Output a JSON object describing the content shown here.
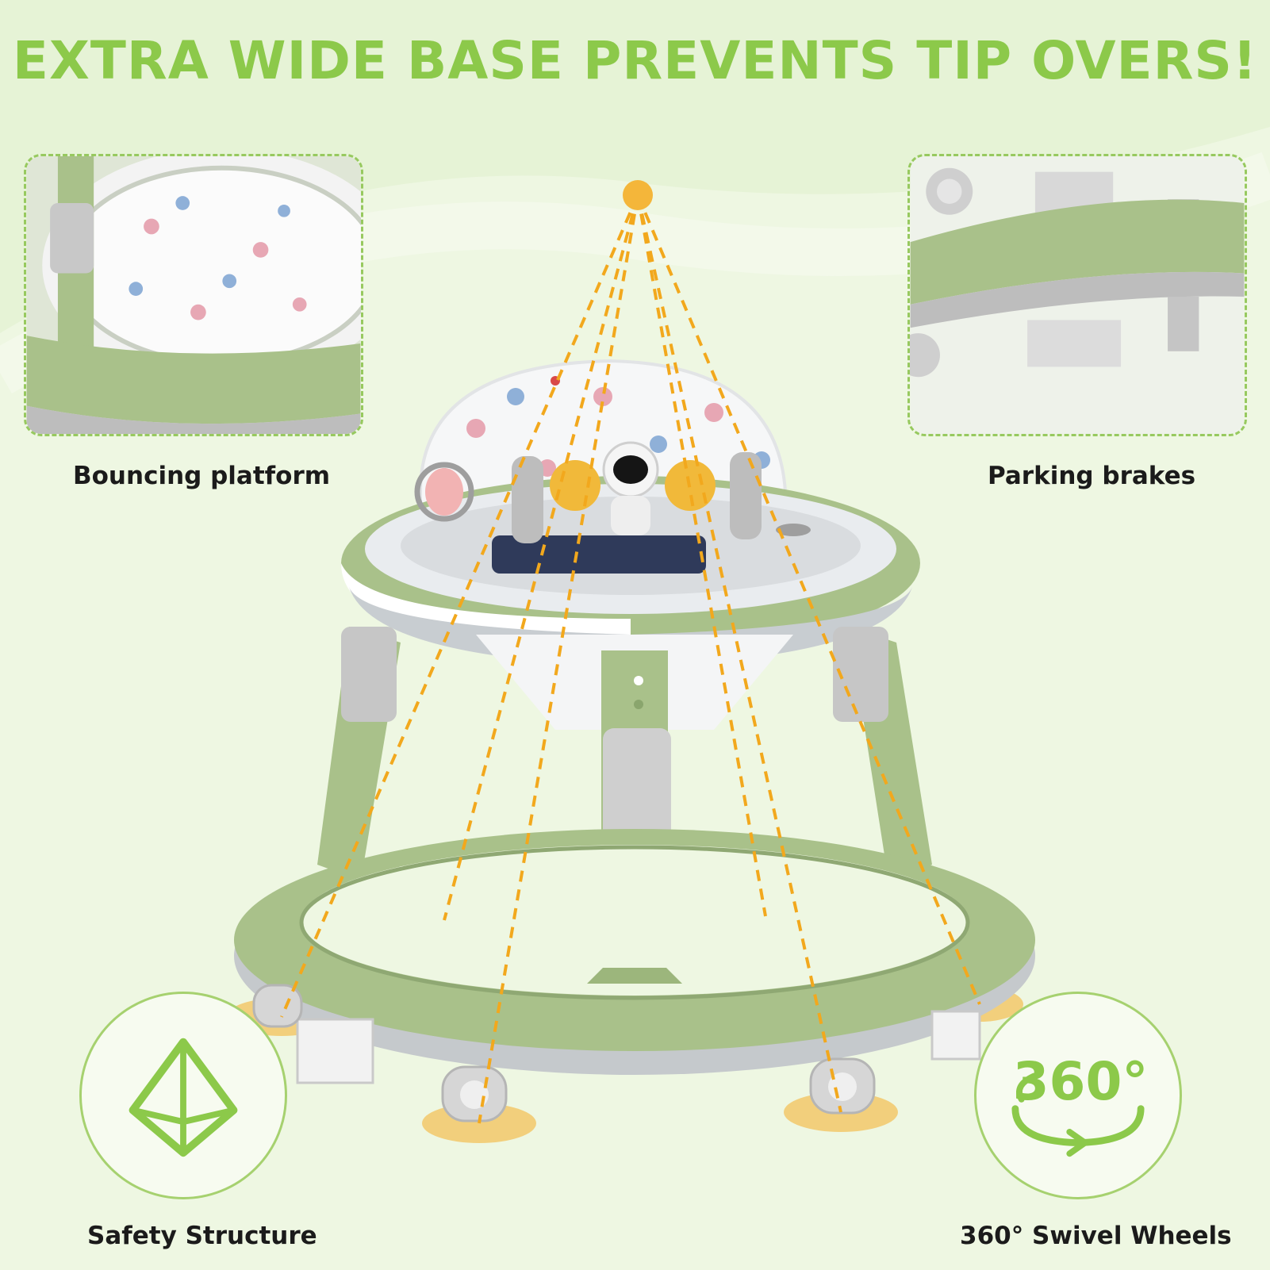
{
  "headline": "EXTRA WIDE BASE PREVENTS TIP OVERS!",
  "features": {
    "bouncing_platform": "Bouncing platform",
    "parking_brakes": "Parking brakes",
    "safety_structure": "Safety Structure",
    "swivel_wheels": "360° Swivel Wheels"
  },
  "badge_360_text": "360°",
  "colors": {
    "headline_green": "#8cc94a",
    "walker_green": "#a9c18a",
    "accent_orange": "#f4b63a",
    "background": "#eef7e2"
  },
  "icons": [
    "pyramid-safety-icon",
    "rotate-360-icon"
  ]
}
